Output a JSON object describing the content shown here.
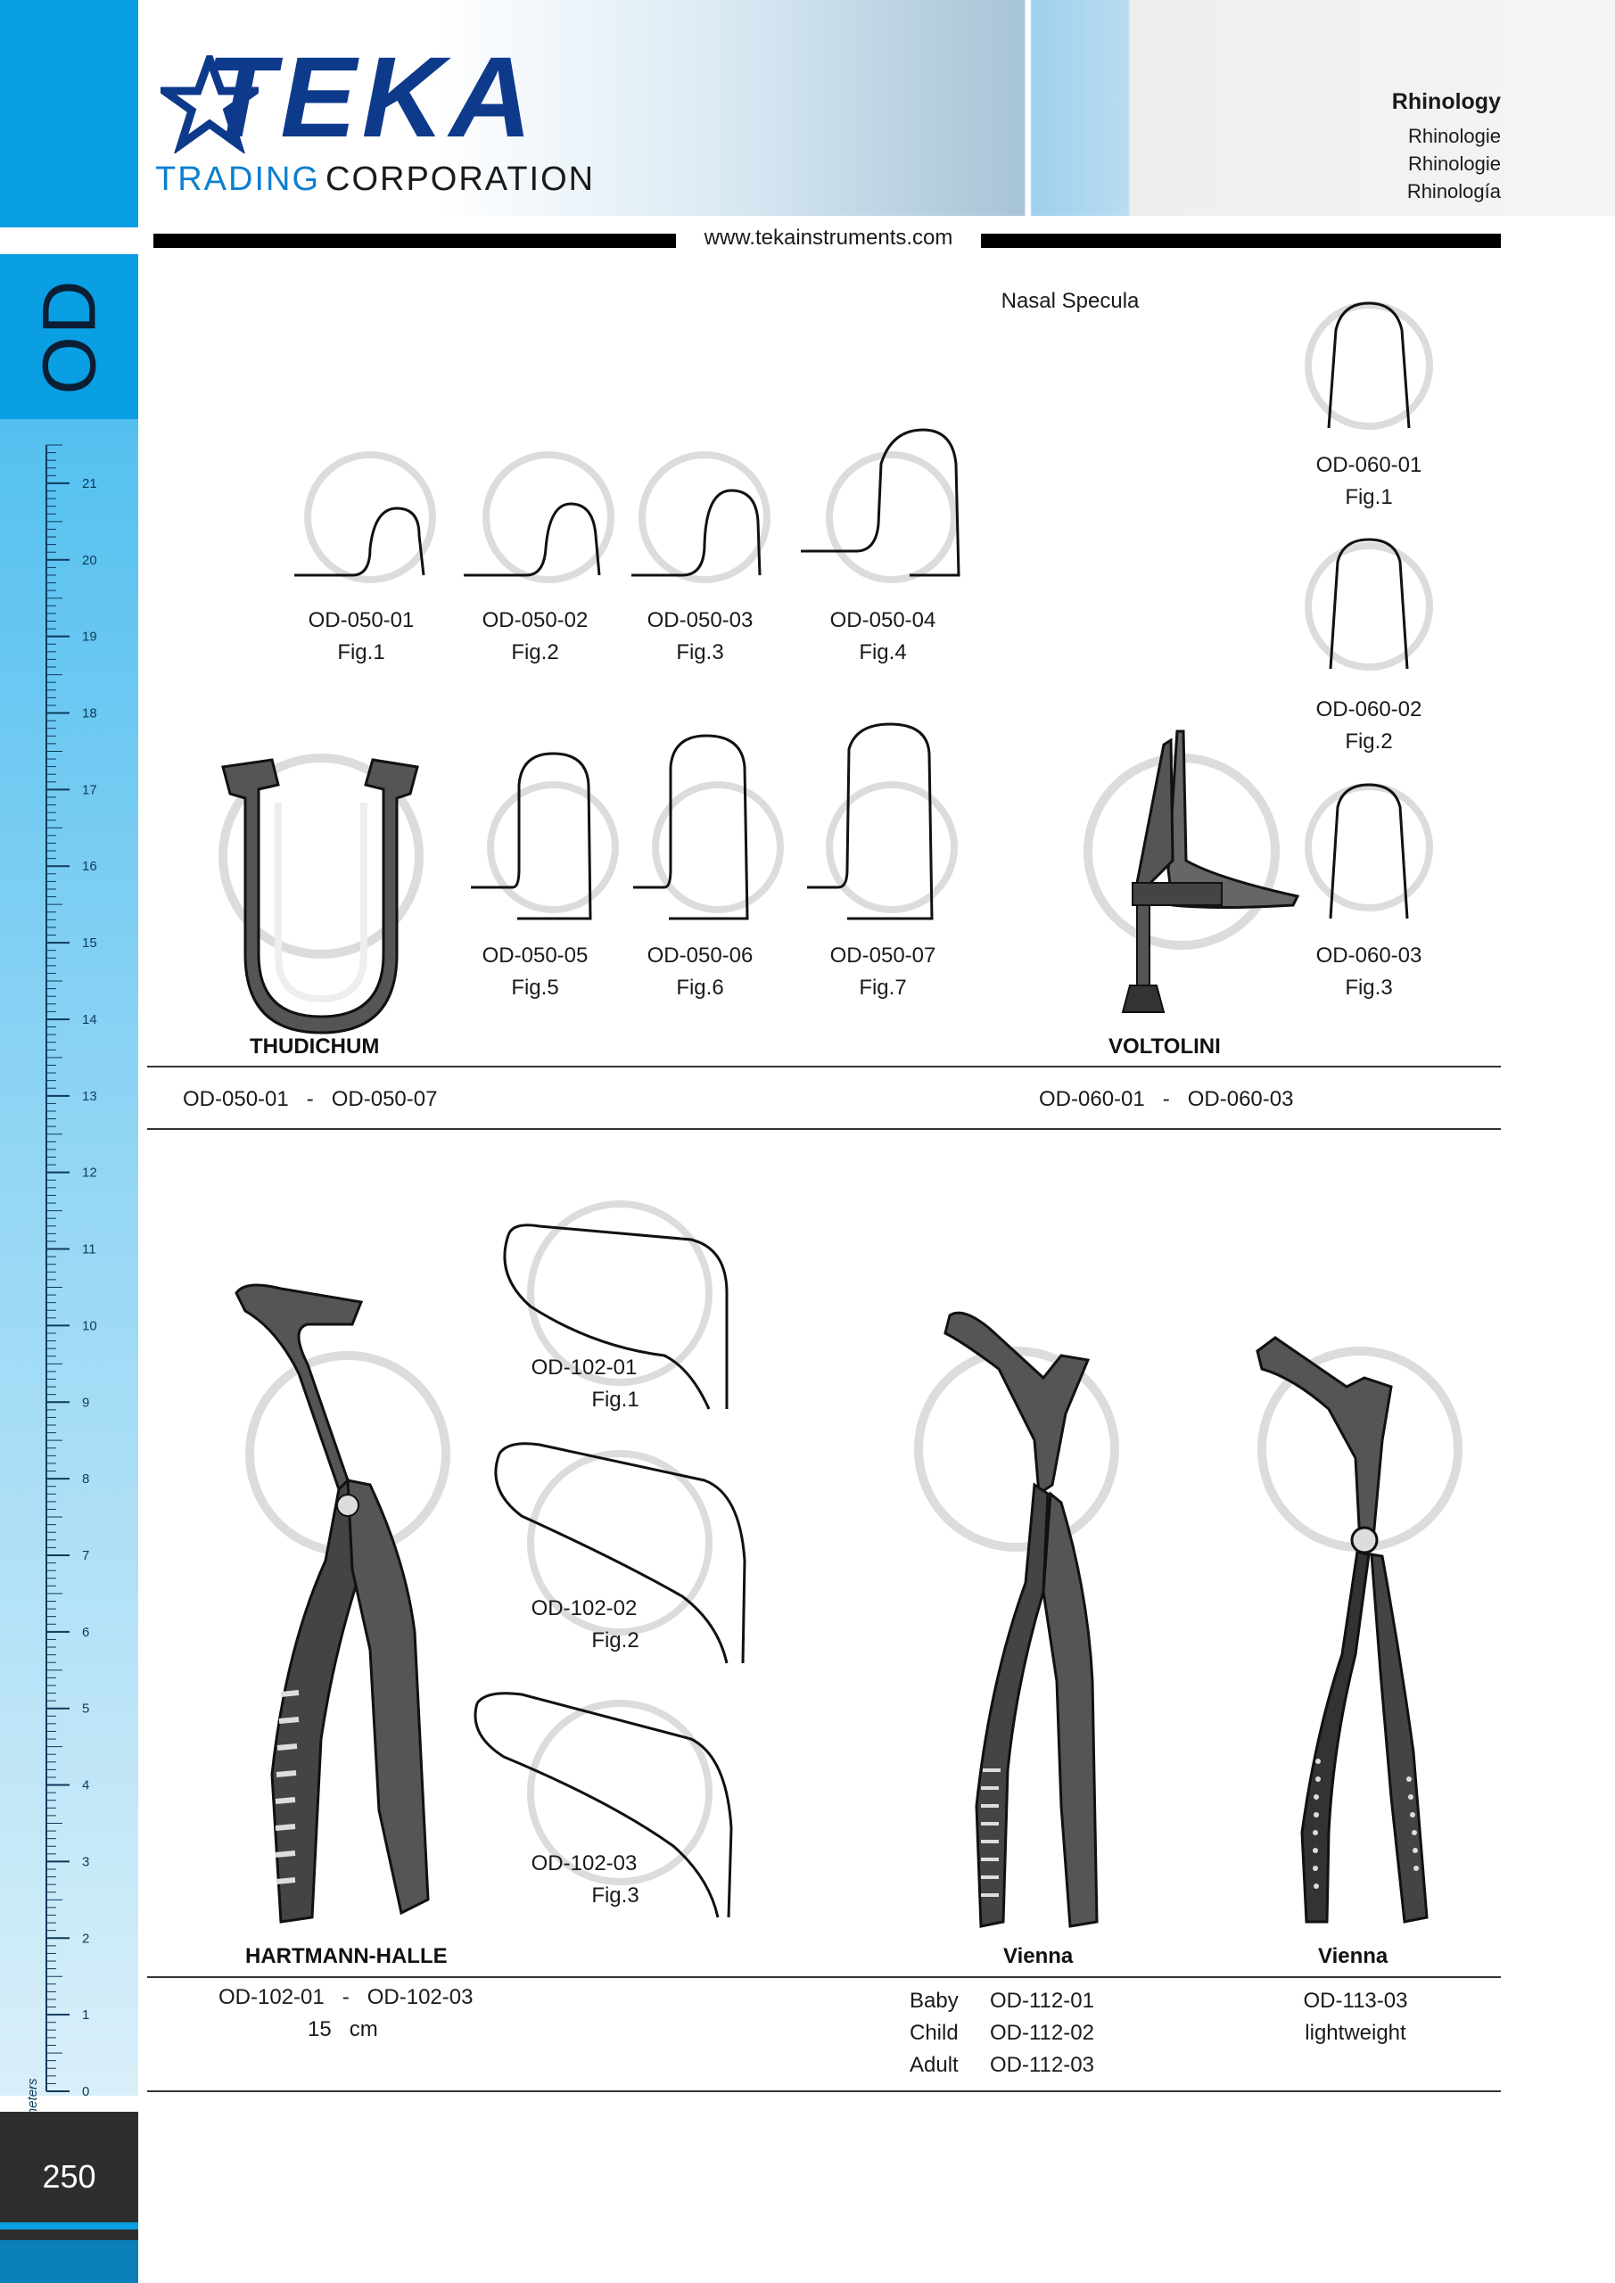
{
  "brand": {
    "name": "TEKA",
    "sub_a": "TRADING",
    "sub_b": "CORPORATION"
  },
  "header": {
    "title": "Rhinology",
    "translations": [
      "Rhinologie",
      "Rhinologie",
      "Rhinología"
    ],
    "url": "www.tekainstruments.com"
  },
  "sidebar": {
    "section": "OD",
    "ruler_unit": "centimeters",
    "ruler_marks": [
      "0",
      "1",
      "2",
      "3",
      "4",
      "5",
      "6",
      "7",
      "8",
      "9",
      "10",
      "11",
      "12",
      "13",
      "14",
      "15",
      "16",
      "17",
      "18",
      "19",
      "20",
      "21"
    ],
    "page_number": "250"
  },
  "section1": {
    "heading": "Nasal  Specula",
    "thudichum": {
      "name": "THUDICHUM",
      "range": "OD-050-01   -   OD-050-07",
      "figs": [
        {
          "code": "OD-050-01",
          "fig": "Fig.1"
        },
        {
          "code": "OD-050-02",
          "fig": "Fig.2"
        },
        {
          "code": "OD-050-03",
          "fig": "Fig.3"
        },
        {
          "code": "OD-050-04",
          "fig": "Fig.4"
        },
        {
          "code": "OD-050-05",
          "fig": "Fig.5"
        },
        {
          "code": "OD-050-06",
          "fig": "Fig.6"
        },
        {
          "code": "OD-050-07",
          "fig": "Fig.7"
        }
      ]
    },
    "voltolini": {
      "name": "VOLTOLINI",
      "range": "OD-060-01   -   OD-060-03",
      "figs": [
        {
          "code": "OD-060-01",
          "fig": "Fig.1"
        },
        {
          "code": "OD-060-02",
          "fig": "Fig.2"
        },
        {
          "code": "OD-060-03",
          "fig": "Fig.3"
        }
      ]
    }
  },
  "section2": {
    "hartmann": {
      "name": "HARTMANN-HALLE",
      "range": "OD-102-01   -   OD-102-03",
      "size": "15   cm",
      "figs": [
        {
          "code": "OD-102-01",
          "fig": "Fig.1"
        },
        {
          "code": "OD-102-02",
          "fig": "Fig.2"
        },
        {
          "code": "OD-102-03",
          "fig": "Fig.3"
        }
      ]
    },
    "vienna1": {
      "name": "Vienna",
      "rows": [
        {
          "size": "Baby",
          "code": "OD-112-01"
        },
        {
          "size": "Child",
          "code": "OD-112-02"
        },
        {
          "size": "Adult",
          "code": "OD-112-03"
        }
      ]
    },
    "vienna2": {
      "name": "Vienna",
      "code": "OD-113-03",
      "note": "lightweight"
    }
  },
  "colors": {
    "accent": "#0a9fe3",
    "brand_blue": "#0e3a8c",
    "dark": "#2e2e2e"
  }
}
